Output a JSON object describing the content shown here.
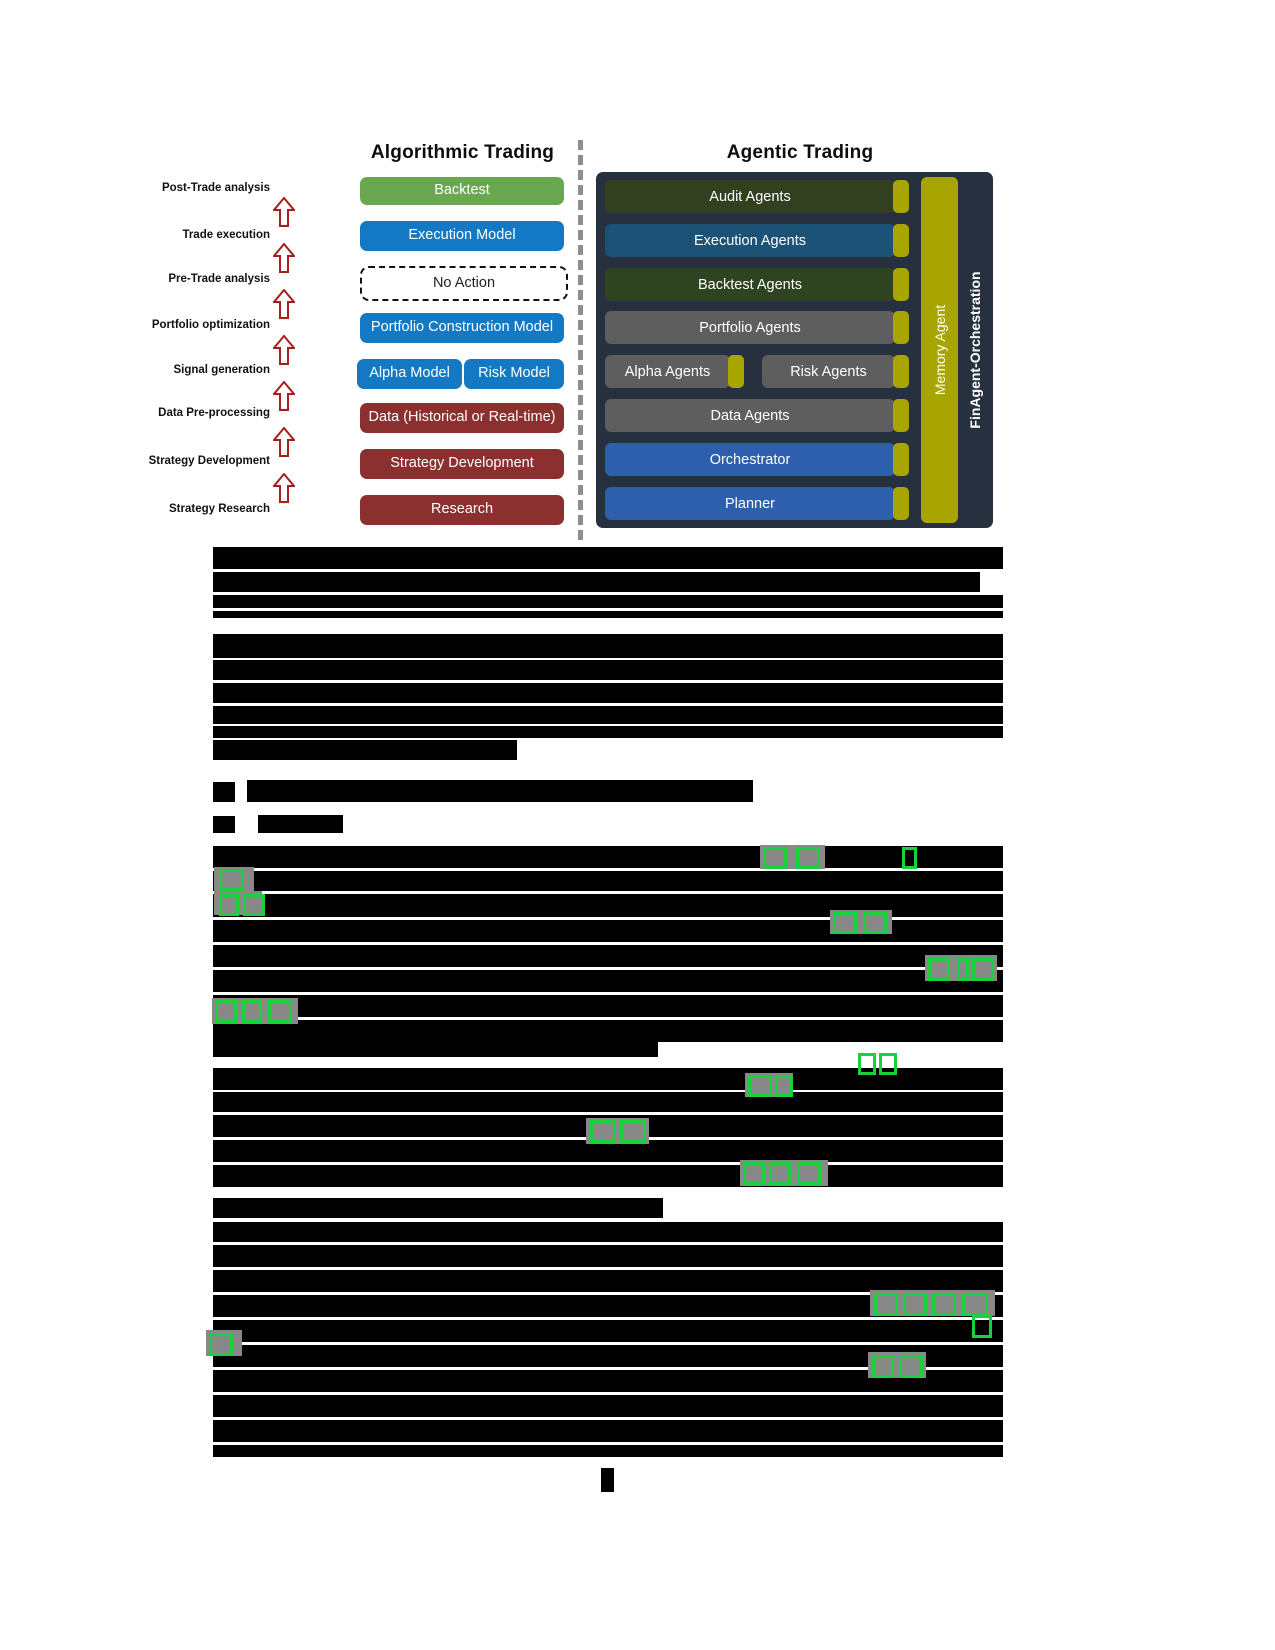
{
  "figure": {
    "left_column": {
      "title": "Algorithmic Trading",
      "stages": [
        "Post-Trade analysis",
        "Trade execution",
        "Pre-Trade analysis",
        "Portfolio optimization",
        "Signal generation",
        "Data Pre-processing",
        "Strategy Development",
        "Strategy Research"
      ],
      "boxes": [
        {
          "label": "Backtest",
          "color": "#6aa84f",
          "style": "green"
        },
        {
          "label": "Execution Model",
          "color": "#1379c4",
          "style": "blue"
        },
        {
          "label": "No Action",
          "color": "#ffffff",
          "style": "dashed"
        },
        {
          "label": "Portfolio Construction Model",
          "color": "#1379c4",
          "style": "blue"
        },
        {
          "label": "Alpha Model",
          "color": "#1379c4",
          "style": "blue"
        },
        {
          "label": "Risk Model",
          "color": "#1379c4",
          "style": "blue"
        },
        {
          "label": "Data (Historical or Real-time)",
          "color": "#8b2f2f",
          "style": "red"
        },
        {
          "label": "Strategy Development",
          "color": "#8b2f2f",
          "style": "red"
        },
        {
          "label": "Research",
          "color": "#8b2f2f",
          "style": "red"
        }
      ]
    },
    "right_column": {
      "title": "Agentic Trading",
      "panel_color": "#27303f",
      "memory_agent_label": "Memory Agent",
      "memory_agent_color": "#a8a500",
      "orchestration_label": "FinAgent-Orchestration",
      "rows": [
        {
          "label": "Audit Agents",
          "color": "#33401f"
        },
        {
          "label": "Execution Agents",
          "color": "#1d5277"
        },
        {
          "label": "Backtest Agents",
          "color": "#2e4420"
        },
        {
          "label": "Portfolio Agents",
          "color": "#5e5e5e"
        },
        {
          "label": "Alpha Agents",
          "color": "#5e5e5e"
        },
        {
          "label": "Risk Agents",
          "color": "#5e5e5e"
        },
        {
          "label": "Data Agents",
          "color": "#5e5e5e"
        },
        {
          "label": "Orchestrator",
          "color": "#2e5fae"
        },
        {
          "label": "Planner",
          "color": "#2e5fae"
        }
      ]
    }
  },
  "document": {
    "body_state": "redacted",
    "highlight_color": "#18d23c",
    "redaction_color": "#000000",
    "page_number": ""
  }
}
